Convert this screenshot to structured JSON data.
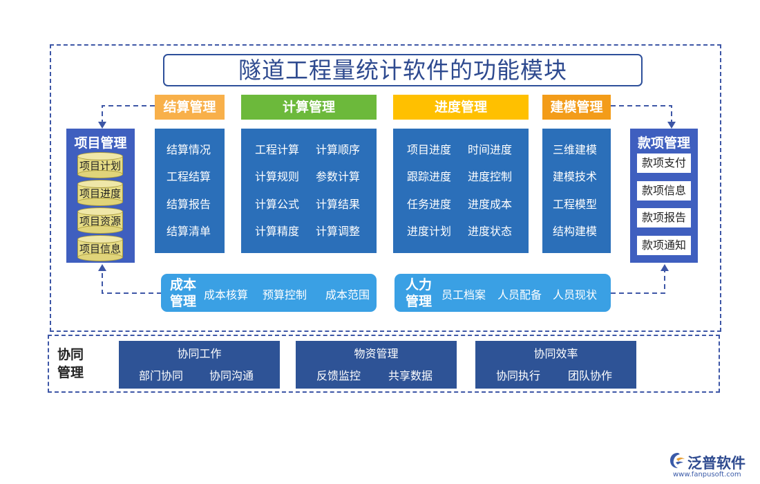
{
  "title": "隧道工程量统计软件的功能模块",
  "project": {
    "title": "项目管理",
    "items": [
      "项目计划",
      "项目进度",
      "项目资源",
      "项目信息"
    ]
  },
  "settlement": {
    "title": "结算管理",
    "header_color": "#f8b04a",
    "items": [
      "结算情况",
      "工程结算",
      "结算报告",
      "结算清单"
    ]
  },
  "calculation": {
    "title": "计算管理",
    "header_color": "#6cb93b",
    "items": [
      "工程计算",
      "计算顺序",
      "计算规则",
      "参数计算",
      "计算公式",
      "计算结果",
      "计算精度",
      "计算调整"
    ]
  },
  "progress": {
    "title": "进度管理",
    "header_color": "#ffc000",
    "items": [
      "项目进度",
      "时间进度",
      "跟踪进度",
      "进度控制",
      "任务进度",
      "进度成本",
      "进度计划",
      "进度状态"
    ]
  },
  "modeling": {
    "title": "建模管理",
    "header_color": "#f39c19",
    "items": [
      "三维建模",
      "建模技术",
      "工程模型",
      "结构建模"
    ]
  },
  "payment": {
    "title": "款项管理",
    "items": [
      "款项支付",
      "款项信息",
      "款项报告",
      "款项通知"
    ]
  },
  "cost": {
    "title_line1": "成本",
    "title_line2": "管理",
    "items": [
      "成本核算",
      "预算控制",
      "成本范围"
    ]
  },
  "hr": {
    "title_line1": "人力",
    "title_line2": "管理",
    "items": [
      "员工档案",
      "人员配备",
      "人员现状"
    ]
  },
  "collab": {
    "label_line1": "协同",
    "label_line2": "管理",
    "boxes": [
      {
        "title": "协同工作",
        "items": [
          "部门协同",
          "协同沟通"
        ]
      },
      {
        "title": "物资管理",
        "items": [
          "反馈监控",
          "共享数据"
        ]
      },
      {
        "title": "协同效率",
        "items": [
          "协同执行",
          "团队协作"
        ]
      }
    ]
  },
  "logo": {
    "name": "泛普软件",
    "url": "www.fanpusoft.com",
    "icon": "fanpu-logo-icon"
  }
}
